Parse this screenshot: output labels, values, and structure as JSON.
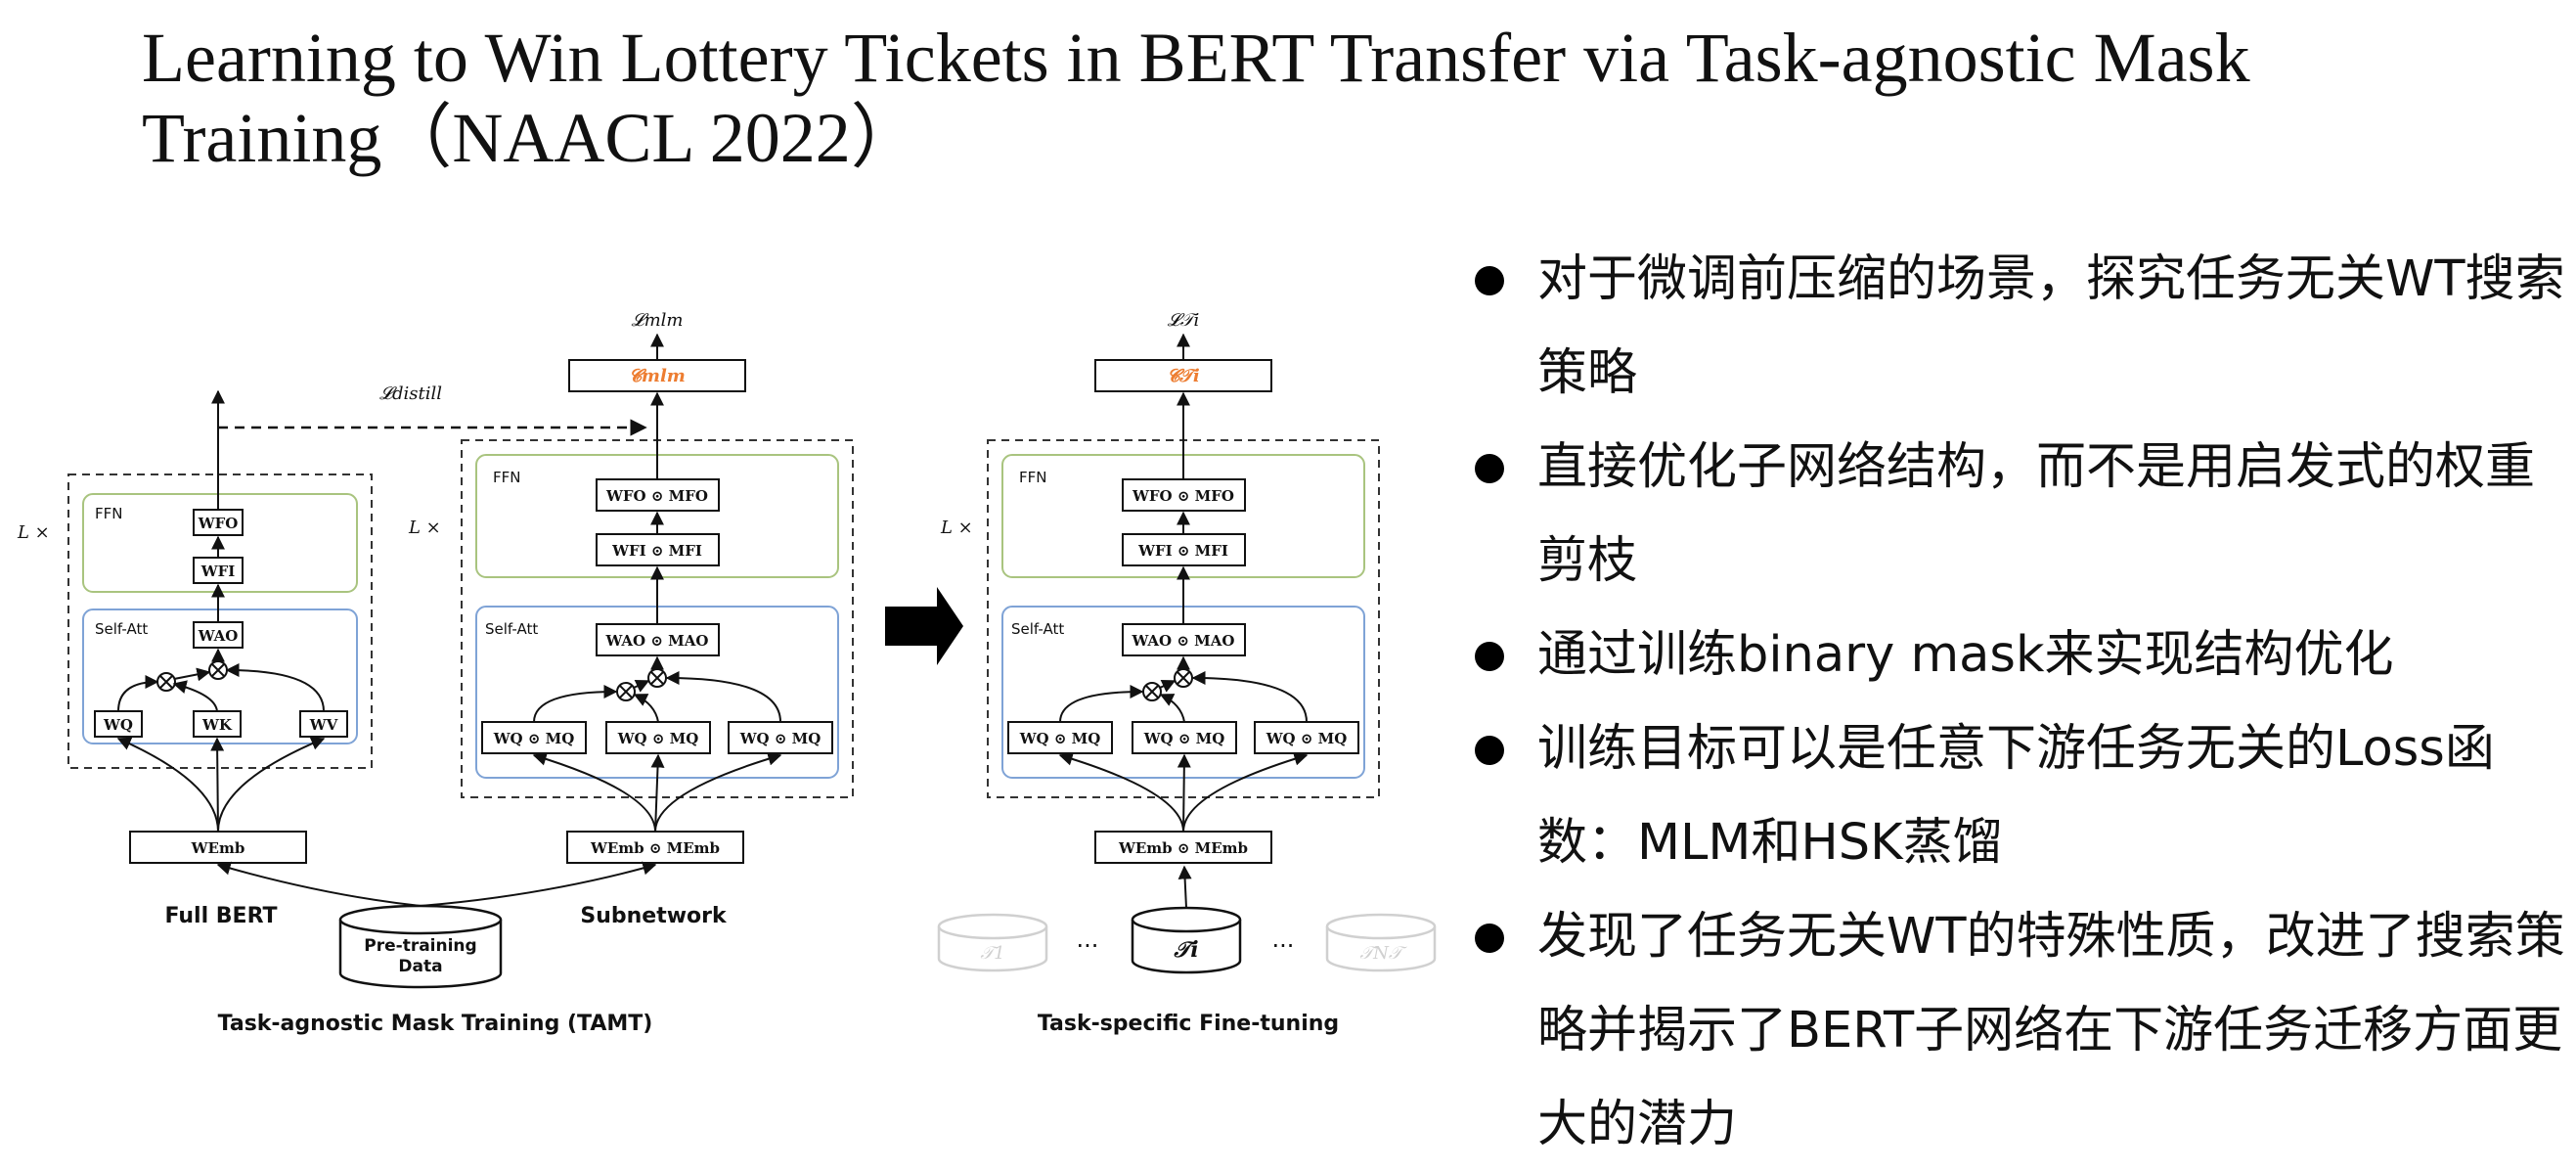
{
  "slide": {
    "title_lines": [
      "Learning to Win Lottery Tickets in BERT Transfer via Task-agnostic Mask",
      "Training（NAACL 2022）"
    ]
  },
  "colors": {
    "blue": "#4472C4",
    "green": "#70AD47",
    "orange": "#ED7D31",
    "ffn_border": "#A9C47F",
    "att_border": "#7FA3D6",
    "faded": "#D0D0D0"
  },
  "diagram": {
    "loss_mlm": "𝓛mlm",
    "loss_distill": "𝓛distill",
    "loss_task": "𝓛𝒯i",
    "out_mlm": "𝓒mlm",
    "out_task": "𝓒𝒯i",
    "left_repeat": "L ×",
    "mid_repeat": "L ×",
    "right_repeat": "L ×",
    "ffn": "FFN",
    "self_att": "Self-Att",
    "full": {
      "wfo": "WFO",
      "wfi": "WFI",
      "wao": "WAO",
      "wq": "WQ",
      "wk": "WK",
      "wv": "WV",
      "emb": "WEmb"
    },
    "sub": {
      "wfo": "WFO ⊙ MFO",
      "wfi": "WFI ⊙ MFI",
      "wao": "WAO ⊙ MAO",
      "wq1": "WQ ⊙ MQ",
      "wq2": "WQ ⊙ MQ",
      "wq3": "WQ ⊙ MQ",
      "emb": "WEmb ⊙ MEmb"
    },
    "task": {
      "wfo": "WFO ⊙ MFO",
      "wfi": "WFI ⊙ MFI",
      "wao": "WAO ⊙ MAO",
      "wq1": "WQ ⊙ MQ",
      "wq2": "WQ ⊙ MQ",
      "wq3": "WQ ⊙ MQ",
      "emb": "WEmb ⊙ MEmb"
    },
    "full_bert": "Full BERT",
    "subnetwork": "Subnetwork",
    "pretrain_1": "Pre-training",
    "pretrain_2": "Data",
    "tamt_caption": "Task-agnostic Mask Training (TAMT)",
    "ft_caption": "Task-specific Fine-tuning",
    "t1": "𝒯1",
    "ti": "𝒯i",
    "tn": "𝒯N𝒯",
    "dots": "···"
  },
  "bullets": [
    "对于微调前压缩的场景，探究任务无关WT搜索策略",
    "直接优化子网络结构，而不是用启发式的权重剪枝",
    "通过训练binary mask来实现结构优化",
    "训练目标可以是任意下游任务无关的Loss函数：MLM和HSK蒸馏",
    "发现了任务无关WT的特殊性质，改进了搜索策略并揭示了BERT子网络在下游任务迁移方面更大的潜力"
  ]
}
